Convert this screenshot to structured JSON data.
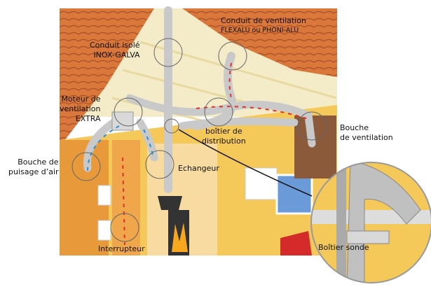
{
  "labels": {
    "conduit_ventilation": {
      "line1": "Conduit de ventilation",
      "line2": "FLEXALU ou PHONI-ALU"
    },
    "conduit_isole": {
      "line1": "Conduit isolé",
      "line2": "INOX-GALVA"
    },
    "moteur": {
      "line1": "Moteur de",
      "line2": "ventilation",
      "line3": "EXTRA"
    },
    "boitier_distribution": {
      "line1": "boîtier de",
      "line2": "distribution"
    },
    "bouche_ventilation": {
      "line1": "Bouche",
      "line2": "de ventilation"
    },
    "bouche_puisage": {
      "line1": "Bouche de",
      "line2": "puisage d’air"
    },
    "echangeur": "Echangeur",
    "interrupteur": "Interrupteur",
    "boitier_sonde": "Boîtier sonde"
  },
  "colors": {
    "roof": "#d9783a",
    "attic": "#f4ecc8",
    "wall": "#f5c85a",
    "duct": "#c9c9c9",
    "hot_flow": "#e0302a",
    "cold_flow": "#2a8fd8"
  }
}
